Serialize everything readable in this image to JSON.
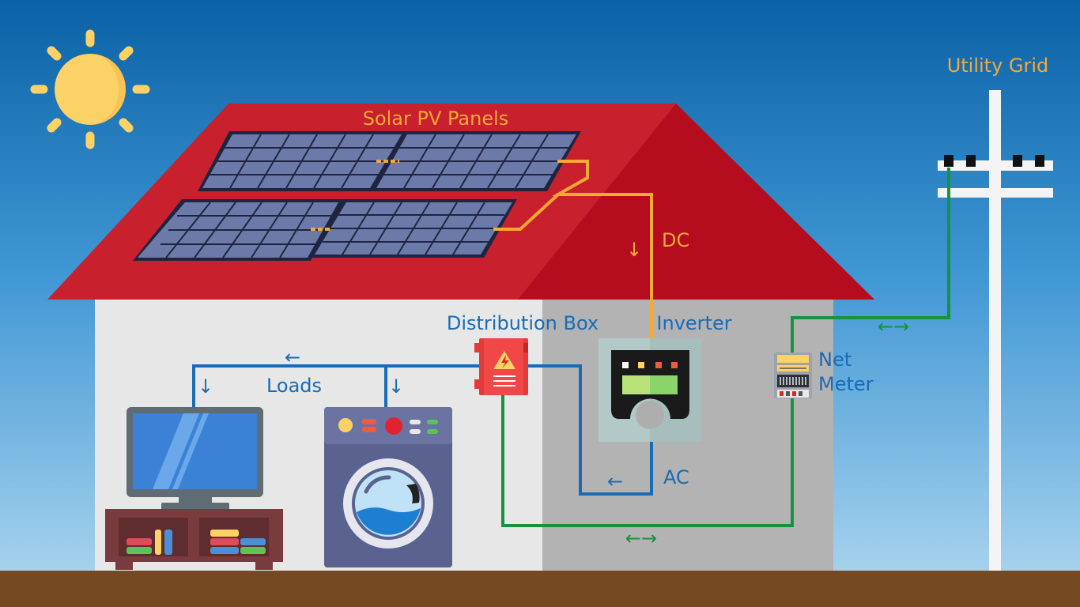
{
  "labels": {
    "utility_grid": "Utility Grid",
    "solar_panels": "Solar PV Panels",
    "dc": "DC",
    "distribution_box": "Distribution Box",
    "inverter": "Inverter",
    "loads": "Loads",
    "net_meter_line1": "Net",
    "net_meter_line2": "Meter",
    "ac": "AC"
  },
  "arrows": {
    "dc_down": "↓",
    "ac_left": "←",
    "loads_left": "←",
    "tv_down": "↓",
    "washer_down": "↓",
    "grid_bidirectional": "←→",
    "meter_bidirectional": "←→"
  },
  "colors": {
    "sky_top": "#0a64a8",
    "sky_bottom": "#a8d2ee",
    "roof": "#c8202c",
    "roof_shadow": "#b50d1e",
    "wall_light": "#e7e7e7",
    "wall_dark": "#b3b3b3",
    "ground": "#754a22",
    "sun": "#fcd165",
    "label_orange": "#f4a83a",
    "label_blue": "#1a6bb5",
    "dc_wire": "#f7a934",
    "ac_wire": "#1a6bb5",
    "grid_wire": "#17923f",
    "panel_cell": "#6b7aa8",
    "panel_frame": "#1f2540"
  },
  "icons": [
    "sun-icon",
    "solar-panel-icon",
    "utility-pole-icon",
    "distribution-box-icon",
    "inverter-icon",
    "net-meter-icon",
    "tv-icon",
    "washing-machine-icon",
    "tv-cabinet-icon"
  ]
}
